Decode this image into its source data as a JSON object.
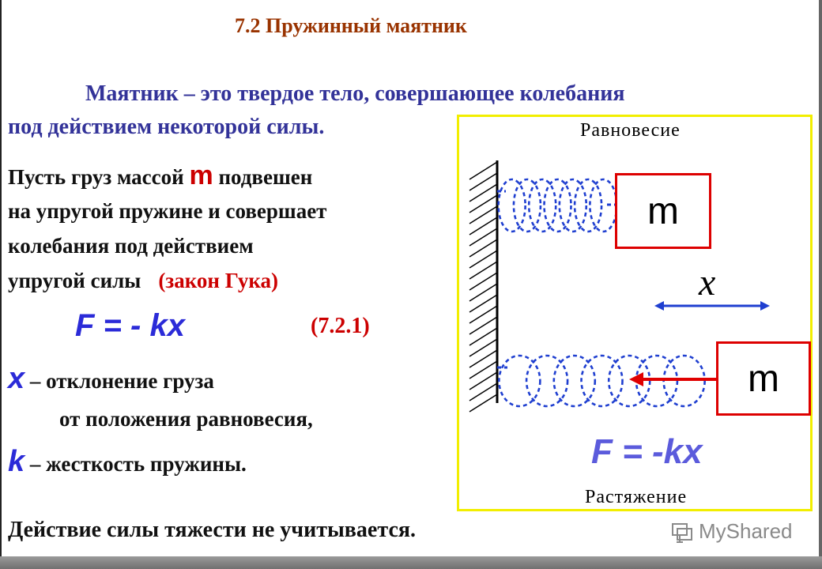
{
  "title": "7.2 Пружинный маятник",
  "definition": {
    "line1": "Маятник – это твердое тело, совершающее колебания",
    "line2": "под действием некоторой силы."
  },
  "paragraph": {
    "l1_pre": "Пусть груз массой ",
    "l1_mass": "m",
    "l1_post": " подвешен",
    "l2": "на упругой пружине и совершает",
    "l3": "колебания под действием",
    "l4_pre": "упругой силы",
    "l4_law": "(закон Гука)"
  },
  "formula": {
    "text": "F = - kx",
    "number": "(7.2.1)"
  },
  "x_def": {
    "symbol": "x",
    "l1": " – отклонение груза",
    "l2": "от положения равновесия,"
  },
  "k_def": {
    "symbol": "k",
    "text": " – жесткость пружины."
  },
  "diagram": {
    "label_top": "Равновесие",
    "label_bottom": "Растяжение",
    "mass_top": "m",
    "mass_bottom": "m",
    "x_label": "x",
    "formula": "F = -kx",
    "colors": {
      "spring": "#1f3fd0",
      "mass_border": "#dd0000",
      "force_arrow": "#e00000",
      "frame": "#f2ee00"
    }
  },
  "note": "Действие силы тяжести не учитывается.",
  "watermark": "MyShared"
}
